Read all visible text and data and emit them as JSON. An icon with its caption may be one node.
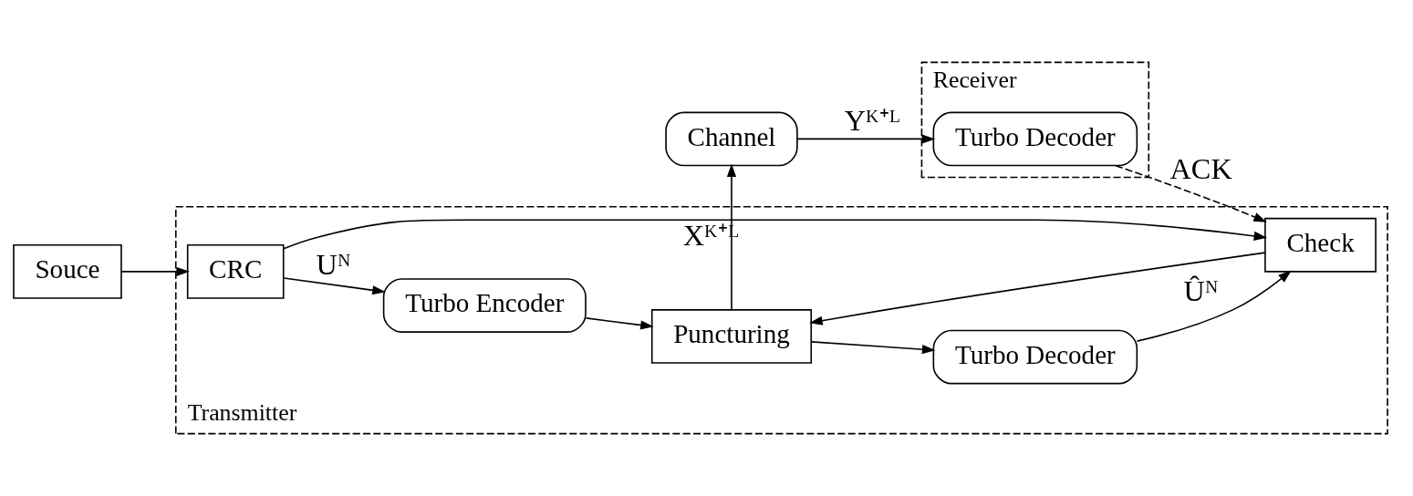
{
  "diagram": {
    "nodes": [
      {
        "text": [
          "Transmitter"
        ]
      },
      {
        "text": [
          "Souce"
        ]
      },
      {
        "text": [
          "CRC"
        ],
        "in": 0
      },
      {
        "text": [
          "Turbo Encoder"
        ],
        "in": 0
      },
      {
        "text": [
          "Puncturing"
        ],
        "in": 0
      },
      {
        "text": [
          "Check"
        ],
        "in": 0
      },
      {
        "text": [
          "Turbo Decoder"
        ],
        "in": 0
      },
      {
        "text": [
          "Channel"
        ]
      },
      {
        "text": [
          "Receiver"
        ]
      },
      {
        "text": [
          "Turbo Decoder"
        ],
        "in": 8
      }
    ],
    "edges": [
      {
        "from": 1,
        "to": 2,
        "arrow": "to"
      },
      {
        "from": 2,
        "to": 3,
        "arrow": "to",
        "label": "Uᴺ"
      },
      {
        "from": 2,
        "to": 5,
        "arrow": "to"
      },
      {
        "from": 3,
        "to": 4,
        "arrow": "to"
      },
      {
        "from": 4,
        "to": 6,
        "arrow": "to"
      },
      {
        "from": 4,
        "to": 7,
        "arrow": "to",
        "label": "Xᴷ⁺ᴸ"
      },
      {
        "from": 6,
        "to": 5,
        "arrow": "to",
        "label": "Ûᴺ"
      },
      {
        "from": 5,
        "to": 4,
        "arrow": "to"
      },
      {
        "from": 7,
        "to": 9,
        "arrow": "to",
        "label": "Yᴷ⁺ᴸ"
      },
      {
        "from": 9,
        "to": 5,
        "arrow": "to",
        "label": "ACK",
        "style": "dashed"
      }
    ]
  }
}
